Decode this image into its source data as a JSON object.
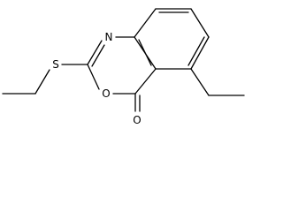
{
  "molecule": {
    "atoms": {
      "nitrogen": "N",
      "sulfur": "S",
      "ring_oxygen": "O",
      "carbonyl_oxygen": "O"
    }
  },
  "colors": {
    "bond": "#000000",
    "label": "#000000",
    "background": "#ffffff"
  }
}
